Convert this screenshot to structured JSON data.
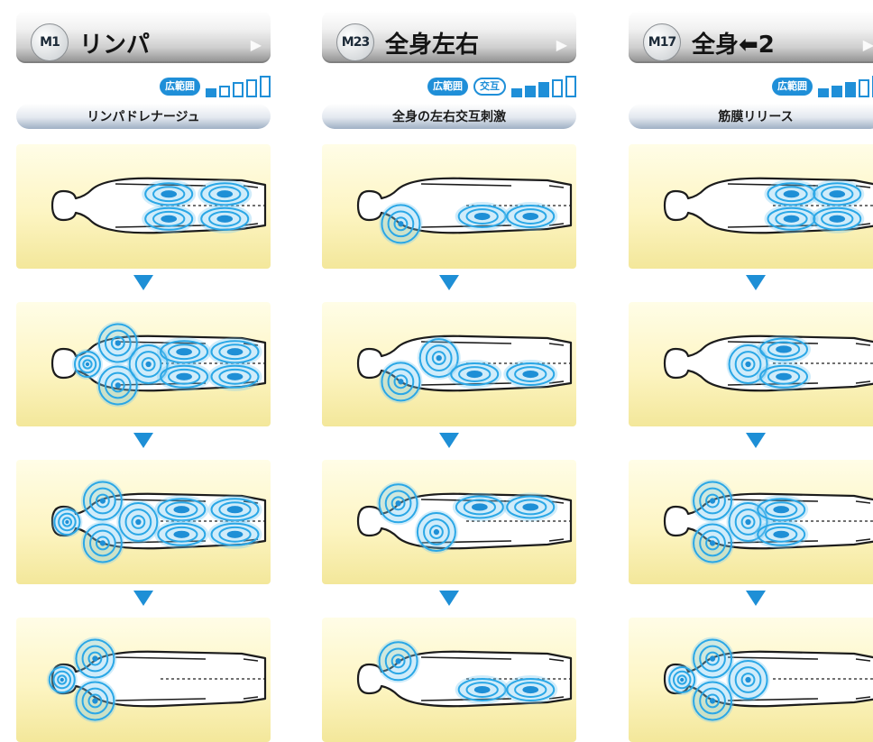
{
  "colors": {
    "accent": "#1f8fd8",
    "panel": "#fdf5c3",
    "ring": "#2aa7e6"
  },
  "columns": [
    {
      "code": "M1",
      "name": "リンパ",
      "tags": [
        "広範囲"
      ],
      "level": 1,
      "levels": 5,
      "description": "リンパドレナージュ",
      "frames": [
        [
          [
            "T",
            0.6,
            0.4
          ],
          [
            "T",
            0.6,
            0.6
          ],
          [
            "T",
            0.82,
            0.4
          ],
          [
            "T",
            0.82,
            0.6
          ]
        ],
        [
          [
            "S",
            0.28,
            0.5
          ],
          [
            "C",
            0.4,
            0.33
          ],
          [
            "C",
            0.4,
            0.67
          ],
          [
            "C",
            0.52,
            0.5
          ],
          [
            "T",
            0.66,
            0.4
          ],
          [
            "T",
            0.66,
            0.6
          ],
          [
            "T",
            0.86,
            0.4
          ],
          [
            "T",
            0.86,
            0.6
          ]
        ],
        [
          [
            "S",
            0.2,
            0.5
          ],
          [
            "C",
            0.34,
            0.33
          ],
          [
            "C",
            0.34,
            0.67
          ],
          [
            "C",
            0.48,
            0.5
          ],
          [
            "T",
            0.65,
            0.4
          ],
          [
            "T",
            0.65,
            0.6
          ],
          [
            "T",
            0.86,
            0.4
          ],
          [
            "T",
            0.86,
            0.6
          ]
        ],
        [
          [
            "S",
            0.18,
            0.5
          ],
          [
            "C",
            0.31,
            0.33
          ],
          [
            "C",
            0.31,
            0.67
          ]
        ]
      ]
    },
    {
      "code": "M23",
      "name": "全身左右",
      "tags": [
        "広範囲",
        "交互"
      ],
      "level": 3,
      "levels": 5,
      "description": "全身の左右交互刺激",
      "frames": [
        [
          [
            "C",
            0.31,
            0.64
          ],
          [
            "T",
            0.63,
            0.58
          ],
          [
            "T",
            0.82,
            0.58
          ]
        ],
        [
          [
            "C",
            0.31,
            0.64
          ],
          [
            "C",
            0.46,
            0.45
          ],
          [
            "T",
            0.6,
            0.58
          ],
          [
            "T",
            0.82,
            0.58
          ]
        ],
        [
          [
            "C",
            0.3,
            0.35
          ],
          [
            "C",
            0.45,
            0.58
          ],
          [
            "T",
            0.62,
            0.38
          ],
          [
            "T",
            0.82,
            0.38
          ]
        ],
        [
          [
            "C",
            0.3,
            0.35
          ],
          [
            "T",
            0.63,
            0.58
          ],
          [
            "T",
            0.82,
            0.58
          ]
        ]
      ]
    },
    {
      "code": "M17",
      "name": "全身⬅2",
      "tags": [
        "広範囲"
      ],
      "level": 3,
      "levels": 5,
      "description": "筋膜リリース",
      "frames": [
        [
          [
            "T",
            0.64,
            0.4
          ],
          [
            "T",
            0.64,
            0.6
          ],
          [
            "T",
            0.82,
            0.4
          ],
          [
            "T",
            0.82,
            0.6
          ]
        ],
        [
          [
            "C",
            0.47,
            0.5
          ],
          [
            "T",
            0.61,
            0.38
          ],
          [
            "T",
            0.61,
            0.6
          ]
        ],
        [
          [
            "C",
            0.33,
            0.33
          ],
          [
            "C",
            0.33,
            0.67
          ],
          [
            "C",
            0.47,
            0.5
          ],
          [
            "T",
            0.6,
            0.4
          ],
          [
            "T",
            0.6,
            0.6
          ]
        ],
        [
          [
            "S",
            0.21,
            0.5
          ],
          [
            "C",
            0.33,
            0.33
          ],
          [
            "C",
            0.33,
            0.67
          ],
          [
            "C",
            0.47,
            0.5
          ]
        ]
      ]
    }
  ]
}
